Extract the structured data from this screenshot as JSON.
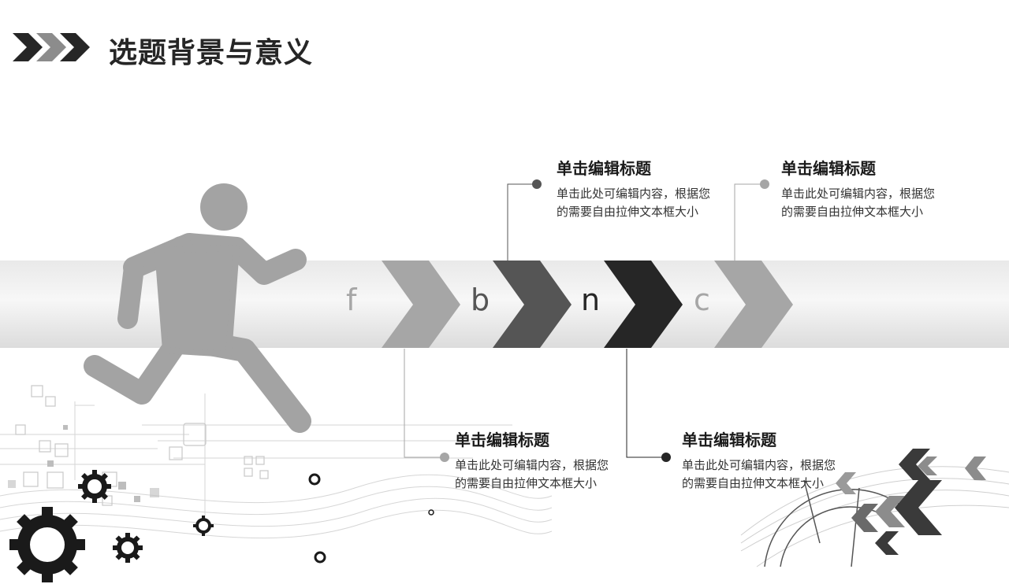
{
  "slide": {
    "title": "选题背景与意义"
  },
  "chevrons": {
    "letters": [
      "f",
      "b",
      "n",
      "c"
    ]
  },
  "callouts": [
    {
      "heading": "单击编辑标题",
      "body_line1": "单击此处可编辑内容，根据您",
      "body_line2": "的需要自由拉伸文本框大小"
    },
    {
      "heading": "单击编辑标题",
      "body_line1": "单击此处可编辑内容，根据您",
      "body_line2": "的需要自由拉伸文本框大小"
    },
    {
      "heading": "单击编辑标题",
      "body_line1": "单击此处可编辑内容，根据您",
      "body_line2": "的需要自由拉伸文本框大小"
    },
    {
      "heading": "单击编辑标题",
      "body_line1": "单击此处可编辑内容，根据您",
      "body_line2": "的需要自由拉伸文本框大小"
    }
  ],
  "colors": {
    "dark": "#262626",
    "mid": "#555555",
    "light": "#a6a6a6",
    "bandLight": "#efefef"
  }
}
